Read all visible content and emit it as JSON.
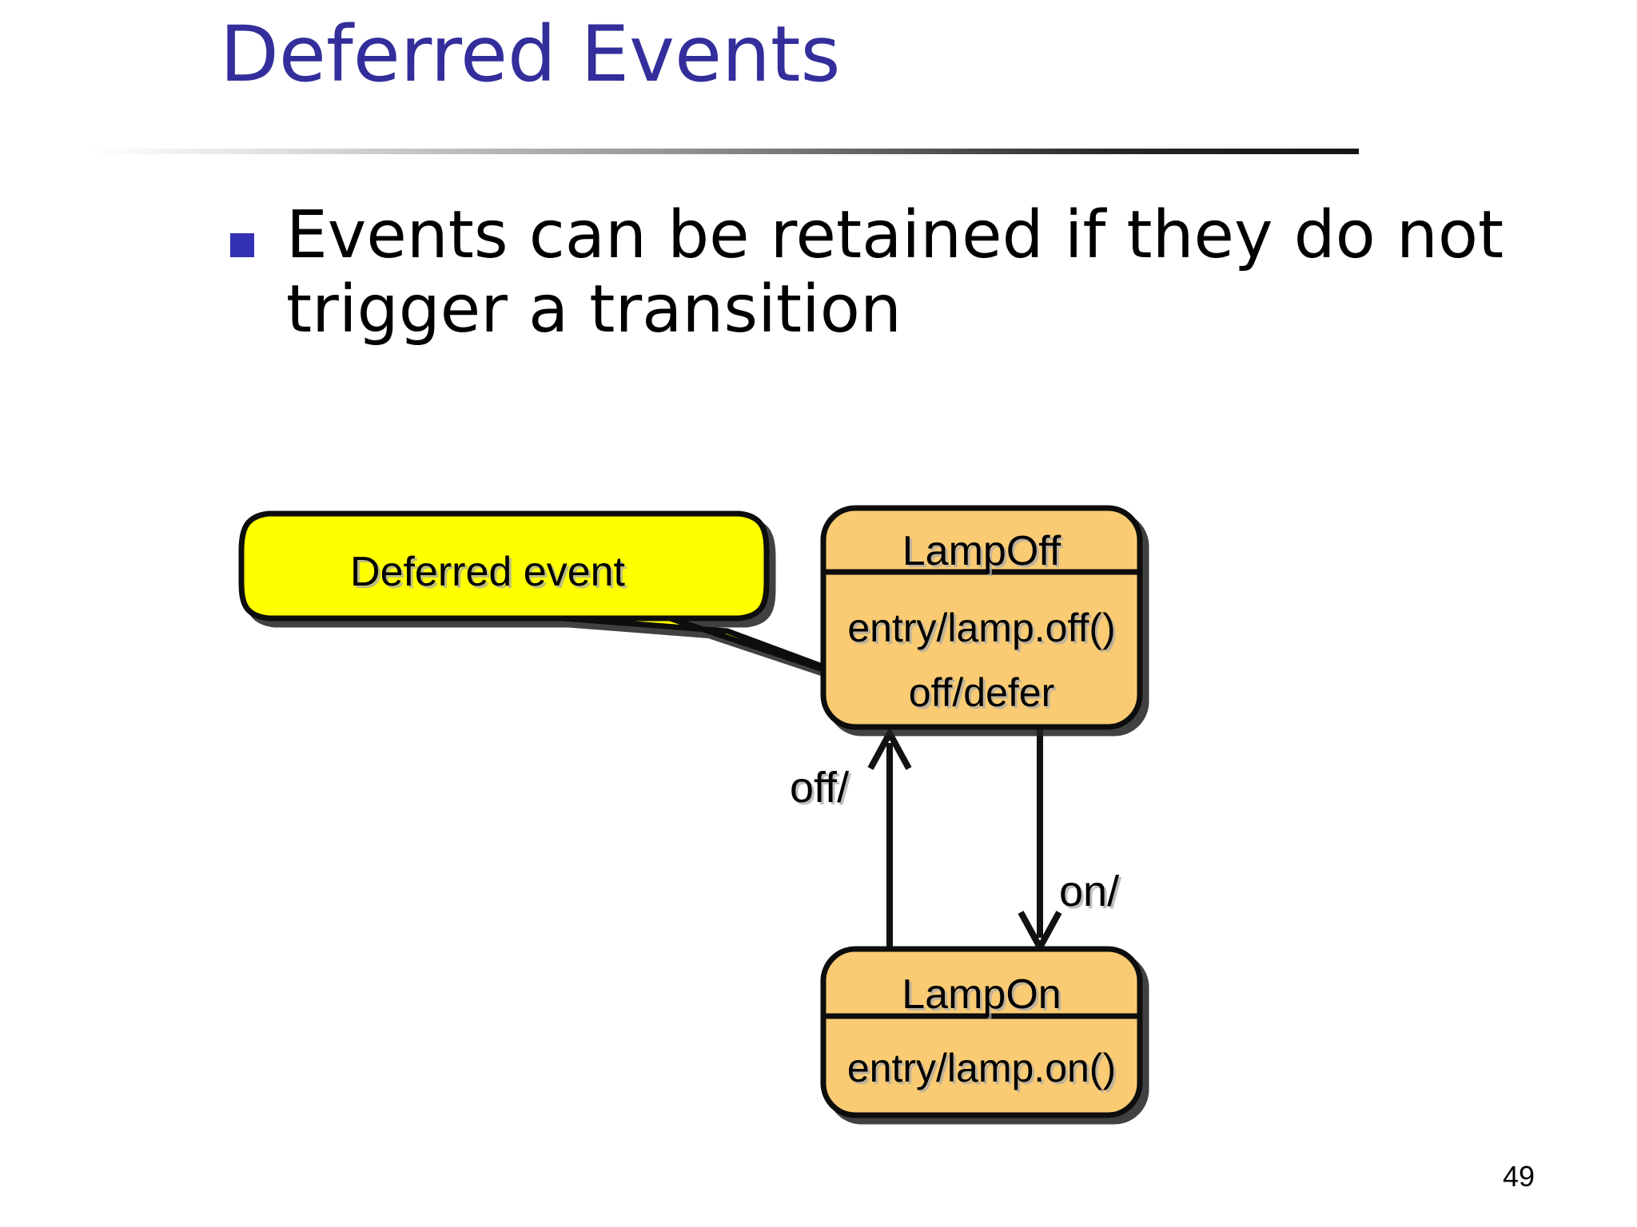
{
  "slide": {
    "title": "Deferred Events",
    "page_number": "49",
    "accent_color": "#332E9B",
    "bullet_marker_color": "#3330B6",
    "state_fill_color": "#FACB72",
    "callout_fill_color": "#FFFF00",
    "outline_color": "#111111"
  },
  "body": {
    "bullets": [
      {
        "text": "Events can be retained if they do not trigger a transition"
      }
    ]
  },
  "diagram": {
    "type": "uml-state-machine",
    "callout": {
      "text": "Deferred event",
      "points_to": "lampoff-off-defer"
    },
    "states": [
      {
        "id": "lampoff",
        "name": "LampOff",
        "compartment": [
          "entry/lamp.off()",
          "off/defer"
        ]
      },
      {
        "id": "lampon",
        "name": "LampOn",
        "compartment": [
          "entry/lamp.on()"
        ]
      }
    ],
    "transitions": [
      {
        "id": "t-off",
        "label": "off/",
        "from": "lampon",
        "to": "lampoff",
        "direction": "up"
      },
      {
        "id": "t-on",
        "label": "on/",
        "from": "lampoff",
        "to": "lampon",
        "direction": "down"
      }
    ]
  }
}
